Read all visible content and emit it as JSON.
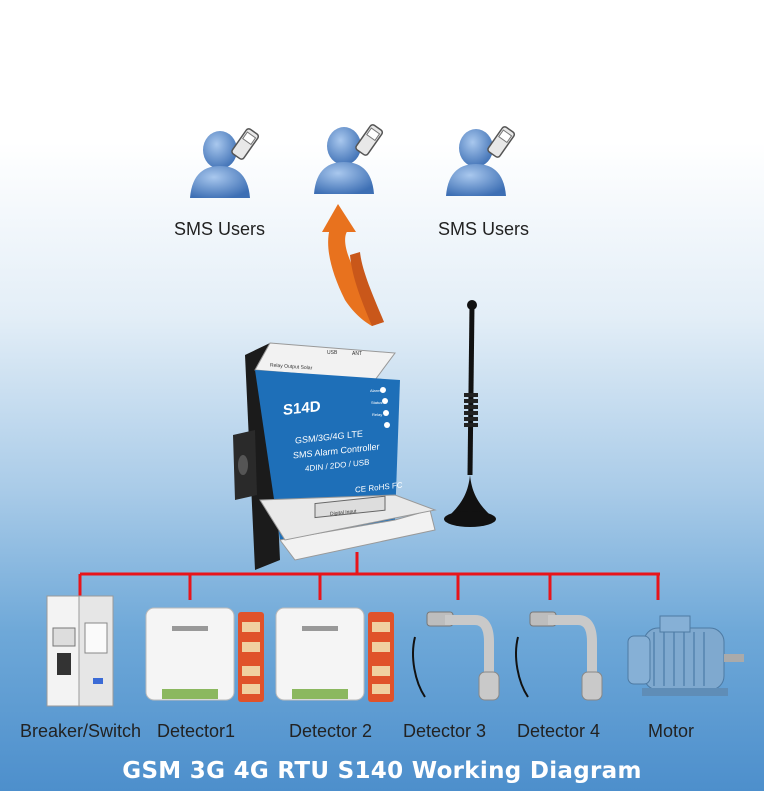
{
  "users": {
    "left_label": "SMS Users",
    "right_label": "SMS Users"
  },
  "device": {
    "brand": "S14D",
    "line1": "GSM/3G/4G LTE",
    "line2": "SMS Alarm Controller",
    "line3": "4DIN / 2DO / USB",
    "cert": "CE RoHS FC",
    "top_panel": "Relay Output  Solar",
    "usb": "USB",
    "ant": "ANT",
    "digital_input": "Digital Input",
    "leds": [
      "Alarm",
      "Status",
      "Relay"
    ]
  },
  "devices": {
    "breaker": "Breaker/Switch",
    "detector1": "Detector1",
    "detector2": "Detector 2",
    "detector3": "Detector 3",
    "detector4": "Detector 4",
    "motor": "Motor"
  },
  "title": "GSM 3G 4G RTU S140 Working Diagram",
  "colors": {
    "wire": "#e8141a",
    "arrow": "#e8721e",
    "device_blue": "#1e6fb8",
    "user_blue": "#5b8fd0"
  }
}
